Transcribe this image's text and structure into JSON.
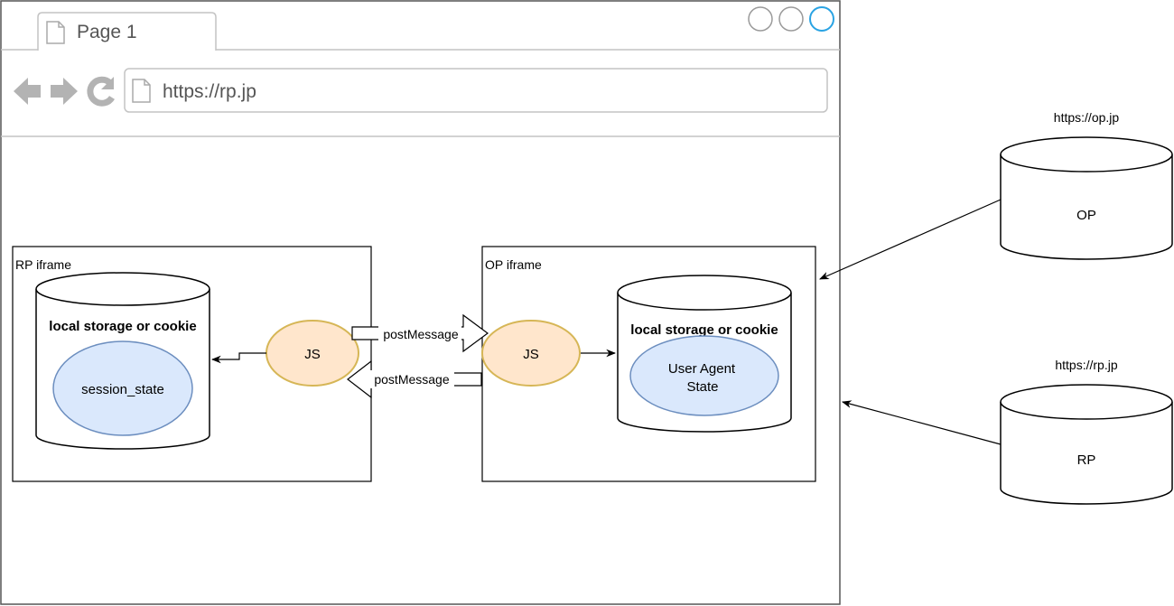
{
  "browser": {
    "tab_label": "Page 1",
    "url": "https://rp.jp",
    "icons": {
      "tab": "page-icon",
      "back": "back-arrow-icon",
      "forward": "forward-arrow-icon",
      "reload": "reload-icon",
      "url": "page-icon"
    },
    "window_controls": [
      "circle-control-icon",
      "circle-control-icon",
      "circle-control-icon"
    ],
    "colors": {
      "active_control": "#29a3e3",
      "chrome_gray": "#b3b3b3",
      "border": "#333333"
    }
  },
  "diagram": {
    "rp_iframe": {
      "label": "RP iframe",
      "storage_label": "local storage or cookie",
      "data_label": "session_state",
      "js_label": "JS"
    },
    "op_iframe": {
      "label": "OP iframe",
      "storage_label": "local storage or cookie",
      "data_label_line1": "User Agent",
      "data_label_line2": "State",
      "js_label": "JS"
    },
    "messages": {
      "to_op": "postMessage",
      "to_rp": "postMessage"
    },
    "servers": {
      "op": {
        "url": "https://op.jp",
        "label": "OP"
      },
      "rp": {
        "url": "https://rp.jp",
        "label": "RP"
      }
    },
    "colors": {
      "js_fill": "#ffe6cc",
      "js_stroke": "#d6b656",
      "data_fill": "#dae8fc",
      "data_stroke": "#6c8ebf",
      "line": "#000000"
    }
  }
}
